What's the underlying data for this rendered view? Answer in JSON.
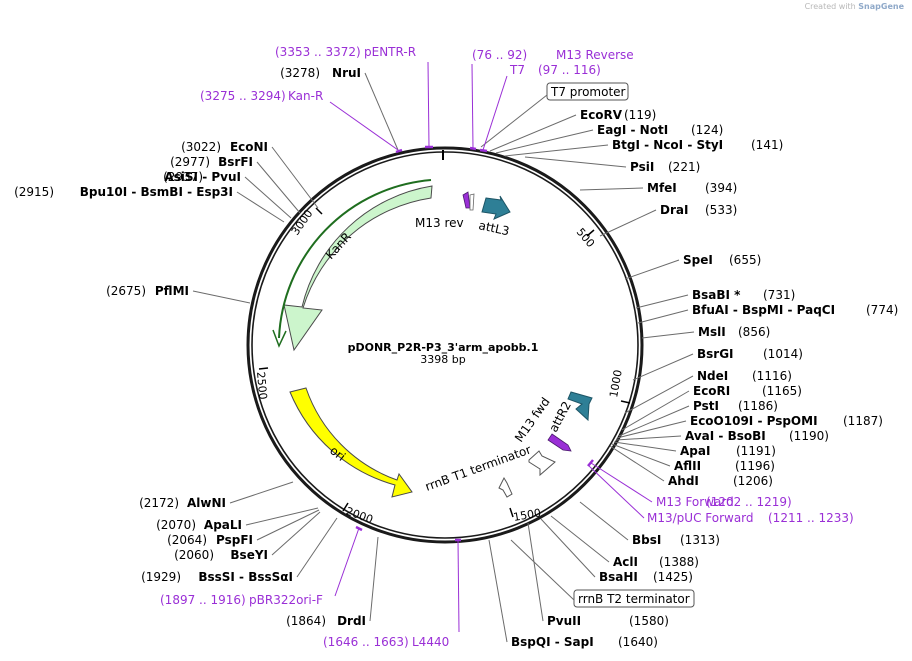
{
  "credit": {
    "prefix": "Created with",
    "brand": "SnapGene"
  },
  "plasmid": {
    "name": "pDONR_P2R-P3_3'arm_apobb.1",
    "size": "3398 bp"
  },
  "ticks": [
    "500",
    "1000",
    "1500",
    "2000",
    "2500",
    "3000"
  ],
  "features": {
    "kanr": "KanR",
    "ori": "ori",
    "attl3": "attL3",
    "attr2": "attR2",
    "m13rev": "M13 rev",
    "m13fwd": "M13 fwd",
    "rrnb_t1": "rrnB T1 terminator",
    "t7_promoter": "T7 promoter",
    "rrnb_t2": "rrnB T2 terminator"
  },
  "sites_right": [
    {
      "name": "EcoRV",
      "pos": "(119)"
    },
    {
      "name": "EagI  - NotI",
      "pos": "(124)"
    },
    {
      "name": "BtgI  - NcoI  - StyI",
      "pos": "(141)"
    },
    {
      "name": "PsiI",
      "pos": "(221)"
    },
    {
      "name": "MfeI",
      "pos": "(394)"
    },
    {
      "name": "DraI",
      "pos": "(533)"
    },
    {
      "name": "SpeI",
      "pos": "(655)"
    },
    {
      "name": "BsaBI *",
      "pos": "(731)"
    },
    {
      "name": "BfuAI  - BspMI  - PaqCI",
      "pos": "(774)"
    },
    {
      "name": "MslI",
      "pos": "(856)"
    },
    {
      "name": "BsrGI",
      "pos": "(1014)"
    },
    {
      "name": "NdeI",
      "pos": "(1116)"
    },
    {
      "name": "EcoRI",
      "pos": "(1165)"
    },
    {
      "name": "PstI",
      "pos": "(1186)"
    },
    {
      "name": "EcoO109I  - PspOMI",
      "pos": "(1187)"
    },
    {
      "name": "AvaI  - BsoBI",
      "pos": "(1190)"
    },
    {
      "name": "ApaI",
      "pos": "(1191)"
    },
    {
      "name": "AflII",
      "pos": "(1196)"
    },
    {
      "name": "AhdI",
      "pos": "(1206)"
    },
    {
      "name": "BbsI",
      "pos": "(1313)"
    },
    {
      "name": "AclI",
      "pos": "(1388)"
    },
    {
      "name": "BsaHI",
      "pos": "(1425)"
    },
    {
      "name": "PvuII",
      "pos": "(1580)"
    },
    {
      "name": "BspQI  - SapI",
      "pos": "(1640)"
    }
  ],
  "sites_left": [
    {
      "name": "NruI",
      "pos": "(3278)"
    },
    {
      "name": "EcoNI",
      "pos": "(3022)"
    },
    {
      "name": "BsrFI",
      "pos": "(2977)"
    },
    {
      "name": "AsiSI  - PvuI",
      "pos": "(2937)"
    },
    {
      "name": "Bpu10I  - BsmBI  - Esp3I",
      "pos": "(2915)"
    },
    {
      "name": "PflMI",
      "pos": "(2675)"
    },
    {
      "name": "AlwNI",
      "pos": "(2172)"
    },
    {
      "name": "ApaLI",
      "pos": "(2070)"
    },
    {
      "name": "PspFI",
      "pos": "(2064)"
    },
    {
      "name": "BseYI",
      "pos": "(2060)"
    },
    {
      "name": "BssSI  - BssSαI",
      "pos": "(1929)"
    },
    {
      "name": "DrdI",
      "pos": "(1864)"
    }
  ],
  "primers": [
    {
      "name": "pENTR-R",
      "range": "(3353 .. 3372)"
    },
    {
      "name": "Kan-R",
      "range": "(3275 .. 3294)"
    },
    {
      "name": "M13 Reverse",
      "range": "(76 .. 92)"
    },
    {
      "name": "T7",
      "range": "(97 .. 116)"
    },
    {
      "name": "M13 Forward",
      "range": "(1202 .. 1219)"
    },
    {
      "name": "M13/pUC Forward",
      "range": "(1211 .. 1233)"
    },
    {
      "name": "pBR322ori-F",
      "range": "(1897 .. 1916)"
    },
    {
      "name": "L4440",
      "range": "(1646 .. 1663)"
    }
  ],
  "colors": {
    "kanr": "#ccf5cc",
    "ori": "#ffff00",
    "att": "#2e7f96",
    "primer": "#9a2fd6",
    "backbone": "#1a1a1a"
  }
}
